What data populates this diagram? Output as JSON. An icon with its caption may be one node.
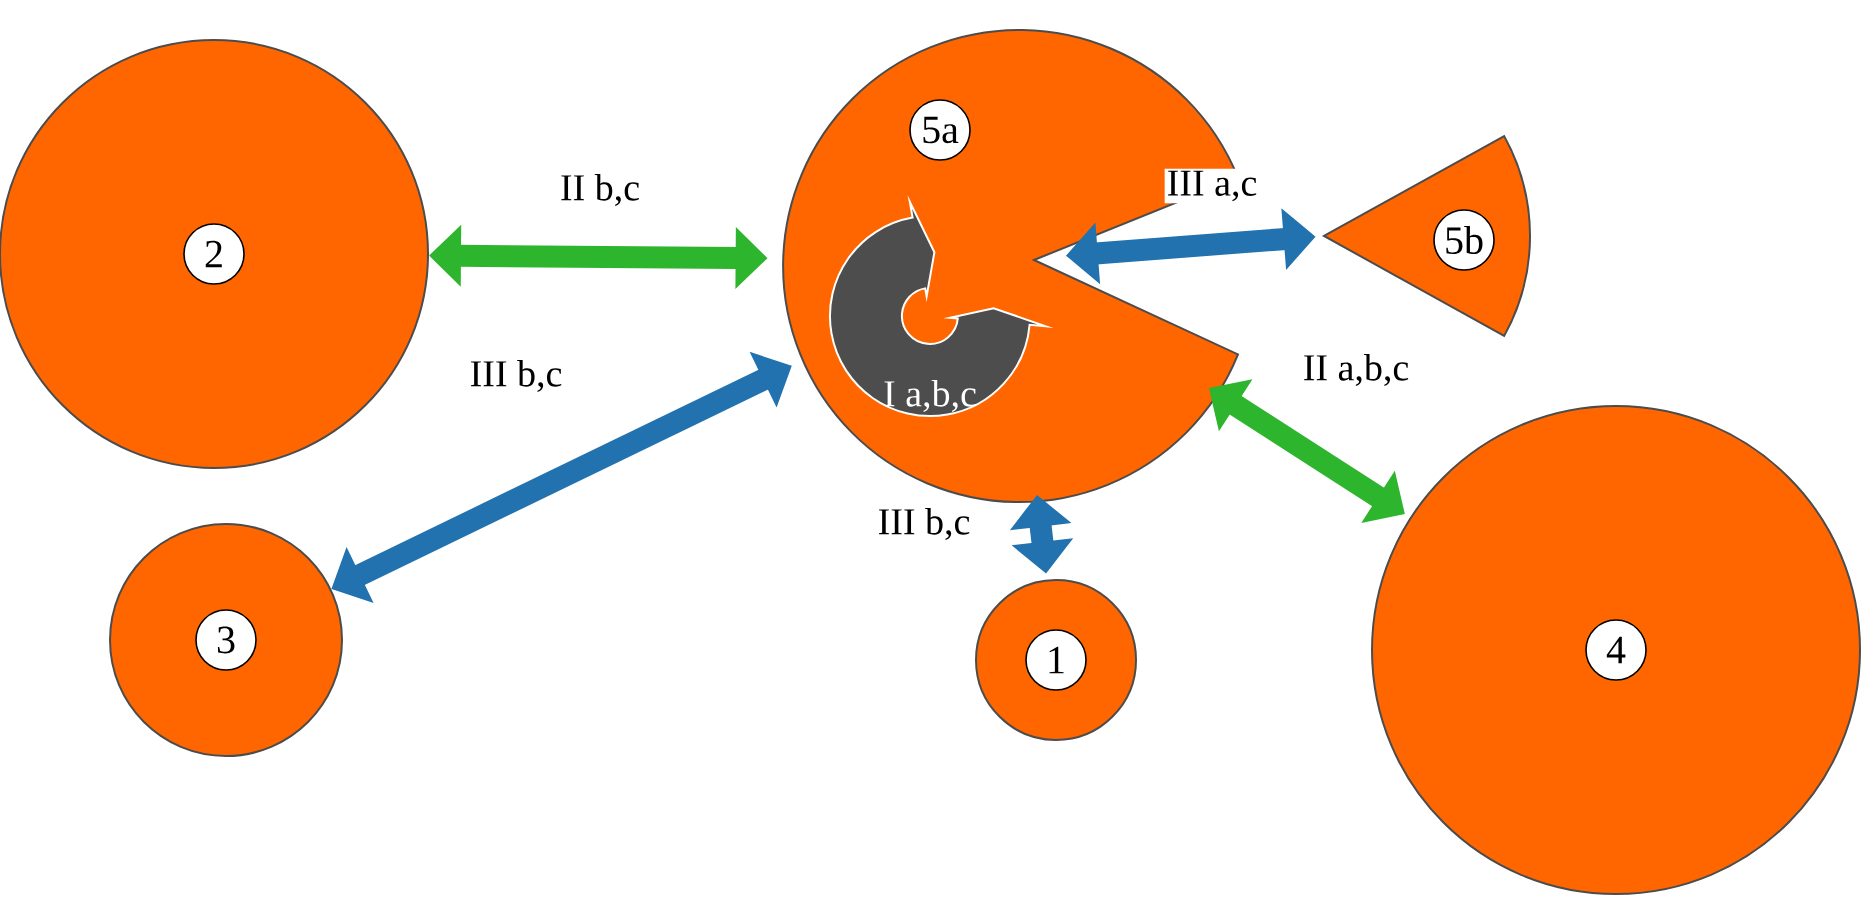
{
  "diagram": {
    "nodes": [
      {
        "text": [
          "2"
        ]
      },
      {
        "text": [
          "5a"
        ]
      },
      {
        "text": [
          "I a,b,c"
        ],
        "in": 1
      },
      {
        "text": [
          "5b"
        ]
      },
      {
        "text": [
          "3"
        ]
      },
      {
        "text": [
          "1"
        ]
      },
      {
        "text": [
          "4"
        ]
      }
    ],
    "edges": [
      {
        "from": 0,
        "to": 1,
        "arrow": "both",
        "label": "II b,c",
        "color": "#2db52d"
      },
      {
        "from": 4,
        "to": 1,
        "arrow": "both",
        "label": "III b,c",
        "color": "#2172ae"
      },
      {
        "from": 1,
        "to": 3,
        "arrow": "both",
        "label": "III a,c",
        "color": "#2172ae"
      },
      {
        "from": 1,
        "to": 6,
        "arrow": "both",
        "label": "II a,b,c",
        "color": "#2db52d"
      },
      {
        "from": 1,
        "to": 5,
        "arrow": "both",
        "label": "III b,c",
        "color": "#2172ae"
      }
    ]
  }
}
